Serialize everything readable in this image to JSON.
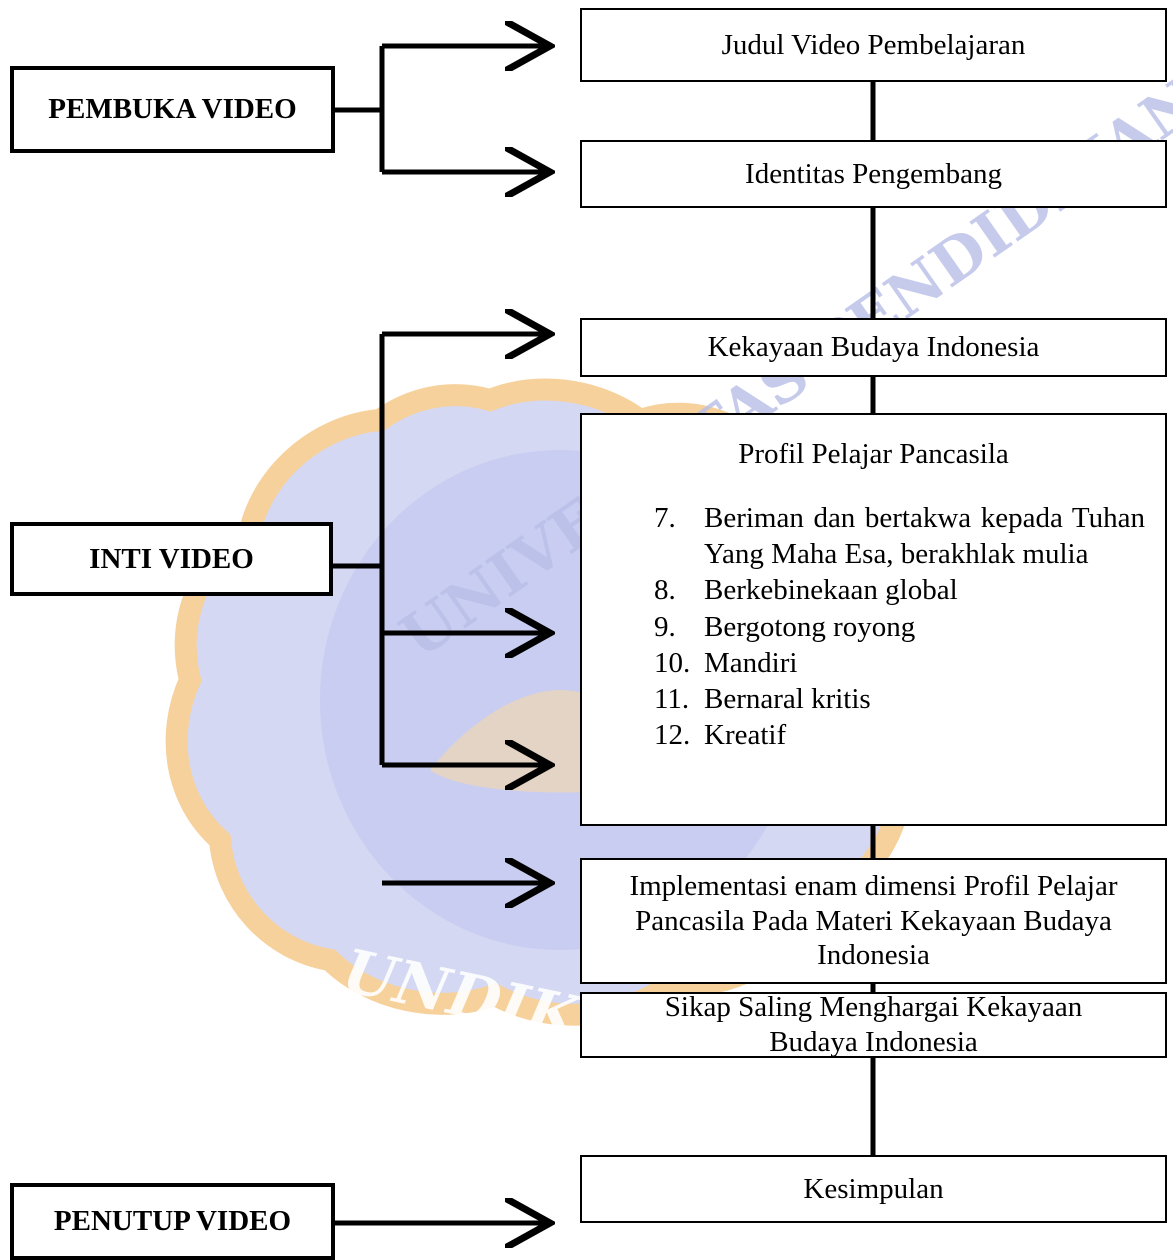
{
  "labels": {
    "opening": "PEMBUKA VIDEO",
    "core": "INTI VIDEO",
    "closing": "PENUTUP VIDEO"
  },
  "boxes": {
    "title": "Judul Video Pembelajaran",
    "identity": "Identitas Pengembang",
    "culture": "Kekayaan Budaya Indonesia",
    "implementation": "Implementasi enam dimensi Profil Pelajar Pancasila Pada Materi Kekayaan Budaya Indonesia",
    "respect": "Sikap Saling Menghargai Kekayaan Budaya Indonesia",
    "conclusion": "Kesimpulan"
  },
  "profil": {
    "title": "Profil Pelajar Pancasila",
    "items": [
      {
        "num": "7.",
        "text": "Beriman dan bertakwa kepada Tuhan Yang Maha Esa, berakhlak mulia"
      },
      {
        "num": "8.",
        "text": "Berkebinekaan global"
      },
      {
        "num": "9.",
        "text": "Bergotong royong"
      },
      {
        "num": "10.",
        "text": "Mandiri"
      },
      {
        "num": "11.",
        "text": "Bernaral kritis"
      },
      {
        "num": "12.",
        "text": "Kreatif"
      }
    ]
  },
  "watermark": {
    "text_top": "UNIVERSITAS PENDIDIKAN",
    "text_bottom": "UNDIKSHA"
  },
  "colors": {
    "watermark_fill": "#cdd2f2",
    "watermark_border": "#f5c98a"
  }
}
